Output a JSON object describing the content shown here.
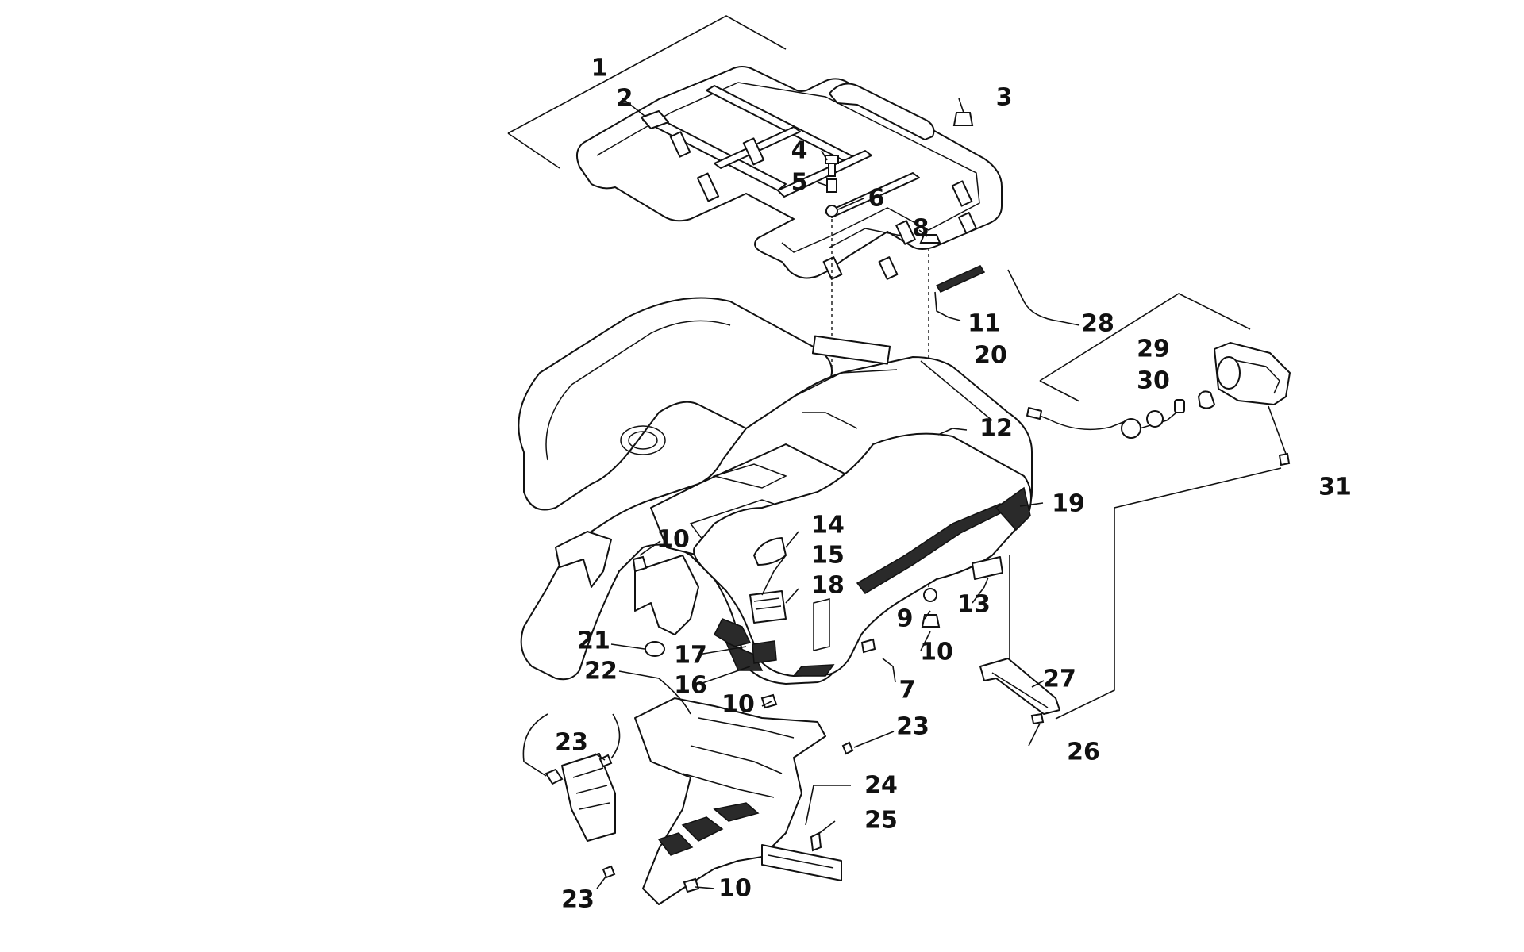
{
  "diagram": {
    "callouts": [
      "1",
      "2",
      "3",
      "4",
      "5",
      "6",
      "8",
      "11",
      "20",
      "28",
      "29",
      "30",
      "12",
      "19",
      "31",
      "14",
      "15",
      "18",
      "10",
      "13",
      "9",
      "21",
      "17",
      "16",
      "22",
      "7",
      "27",
      "10",
      "23",
      "26",
      "10",
      "23",
      "24",
      "25",
      "23",
      "10"
    ],
    "colors": {
      "line": "#111111",
      "background": "#ffffff",
      "decal": "#2a2a2a"
    }
  }
}
